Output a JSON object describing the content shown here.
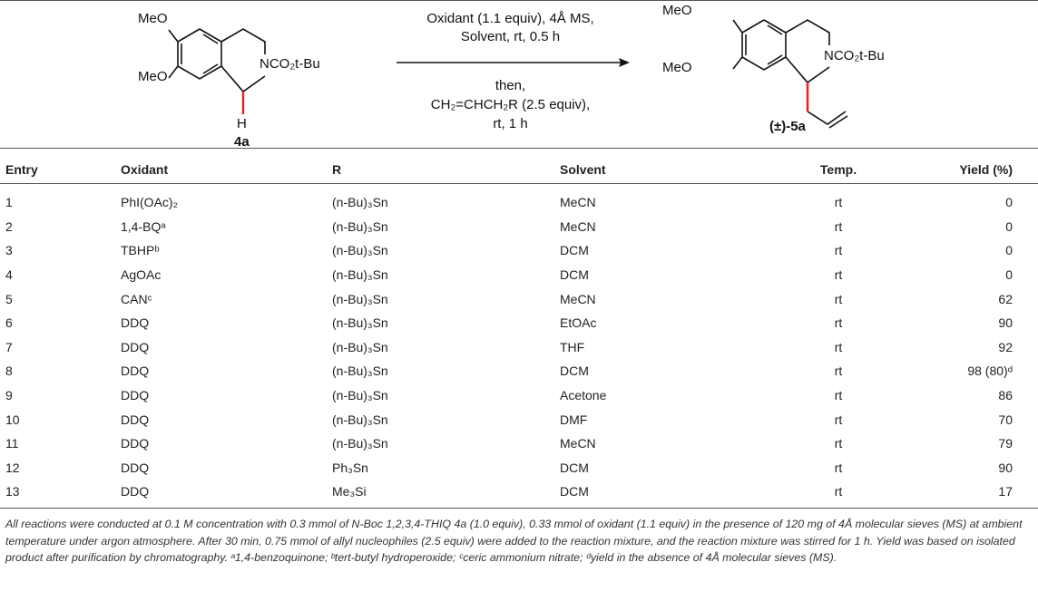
{
  "scheme": {
    "reactant": {
      "meo_top": "MeO",
      "meo_bottom": "MeO",
      "n_group": "NCO₂t-Bu",
      "h_label": "H",
      "compound": "4a"
    },
    "conditions": {
      "line1": "Oxidant (1.1 equiv), 4Å MS,",
      "line2": "Solvent, rt, 0.5 h",
      "line3": "then,",
      "line4": "CH₂=CHCH₂R (2.5 equiv),",
      "line5": "rt, 1 h"
    },
    "product": {
      "meo_top": "MeO",
      "meo_bottom": "MeO",
      "n_group": "NCO₂t-Bu",
      "compound": "(±)-5a"
    }
  },
  "table": {
    "headers": [
      "Entry",
      "Oxidant",
      "R",
      "Solvent",
      "Temp.",
      "Yield (%)"
    ],
    "rows": [
      [
        "1",
        "PhI(OAc)₂",
        "(n-Bu)₃Sn",
        "MeCN",
        "rt",
        "0"
      ],
      [
        "2",
        "1,4-BQᵃ",
        "(n-Bu)₃Sn",
        "MeCN",
        "rt",
        "0"
      ],
      [
        "3",
        "TBHPᵇ",
        "(n-Bu)₃Sn",
        "DCM",
        "rt",
        "0"
      ],
      [
        "4",
        "AgOAc",
        "(n-Bu)₃Sn",
        "DCM",
        "rt",
        "0"
      ],
      [
        "5",
        "CANᶜ",
        "(n-Bu)₃Sn",
        "MeCN",
        "rt",
        "62"
      ],
      [
        "6",
        "DDQ",
        "(n-Bu)₃Sn",
        "EtOAc",
        "rt",
        "90"
      ],
      [
        "7",
        "DDQ",
        "(n-Bu)₃Sn",
        "THF",
        "rt",
        "92"
      ],
      [
        "8",
        "DDQ",
        "(n-Bu)₃Sn",
        "DCM",
        "rt",
        "98 (80)ᵈ"
      ],
      [
        "9",
        "DDQ",
        "(n-Bu)₃Sn",
        "Acetone",
        "rt",
        "86"
      ],
      [
        "10",
        "DDQ",
        "(n-Bu)₃Sn",
        "DMF",
        "rt",
        "70"
      ],
      [
        "11",
        "DDQ",
        "(n-Bu)₃Sn",
        "MeCN",
        "rt",
        "79"
      ],
      [
        "12",
        "DDQ",
        "Ph₃Sn",
        "DCM",
        "rt",
        "90"
      ],
      [
        "13",
        "DDQ",
        "Me₃Si",
        "DCM",
        "rt",
        "17"
      ]
    ]
  },
  "footnote": "All reactions were conducted at 0.1 M concentration with 0.3 mmol of N-Boc 1,2,3,4-THIQ 4a (1.0 equiv), 0.33 mmol of oxidant (1.1 equiv) in the presence of 120 mg of 4Å molecular sieves (MS) at ambient temperature under argon atmosphere. After 30 min, 0.75 mmol of allyl nucleophiles (2.5 equiv) were added to the reaction mixture, and the reaction mixture was stirred for 1 h. Yield was based on isolated product after purification by chromatography. ᵃ1,4-benzoquinone; ᵇtert-butyl hydroperoxide; ᶜceric ammonium nitrate; ᵈyield in the absence of 4Å molecular sieves (MS).",
  "colors": {
    "highlight_bond": "#e8242a",
    "text": "#222222",
    "rule": "#555555"
  }
}
